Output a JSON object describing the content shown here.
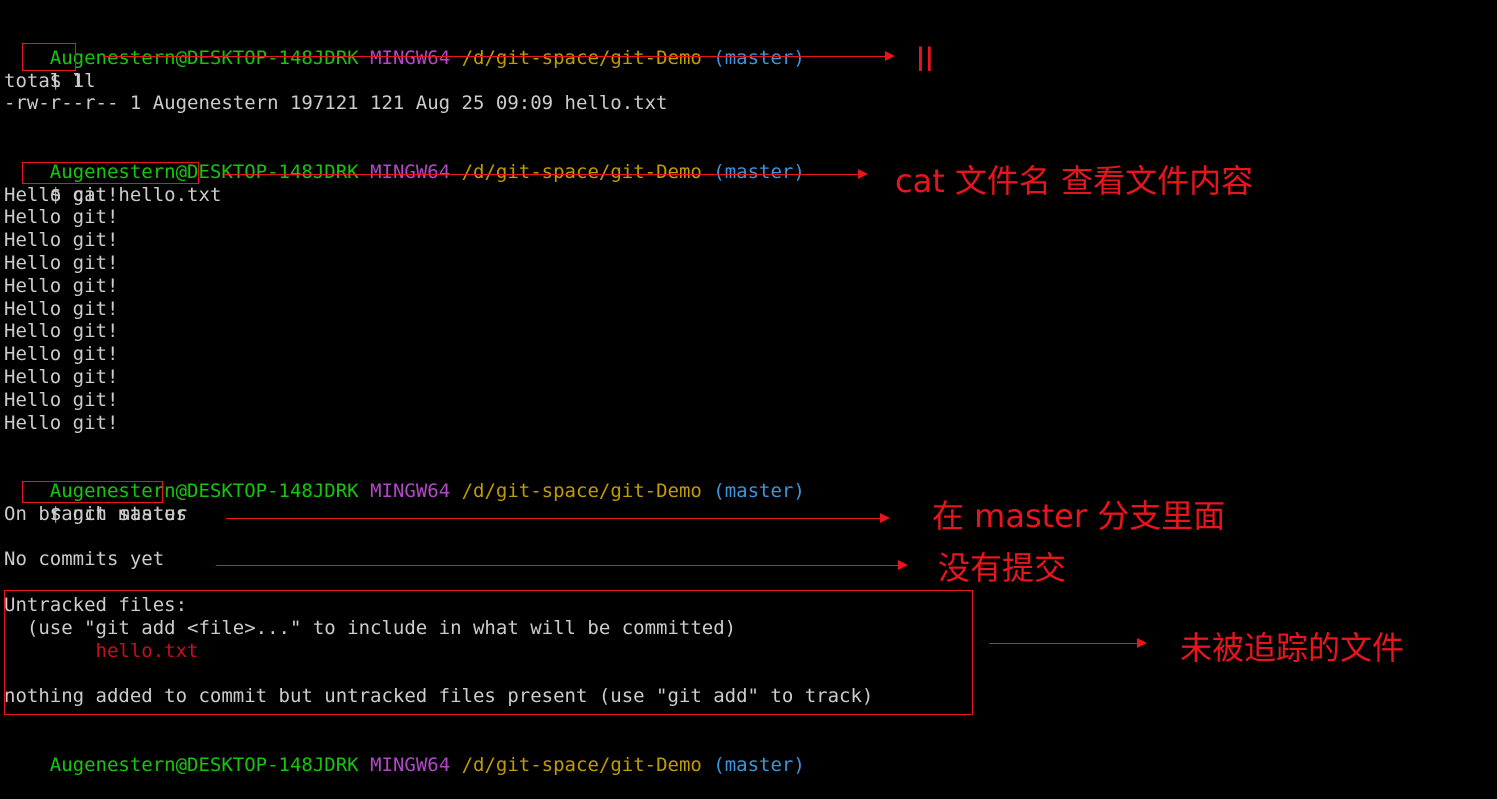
{
  "prompt": {
    "user": "Augenestern@DESKTOP-148JDRK",
    "env": "MINGW64",
    "path": "/d/git-space/git-Demo",
    "branch": "(master)",
    "symbol": "$"
  },
  "commands": {
    "ll": "ll",
    "cat": "cat hello.txt",
    "status": "git status"
  },
  "output": {
    "ll_lines": [
      "total 1",
      "-rw-r--r-- 1 Augenestern 197121 121 Aug 25 09:09 hello.txt"
    ],
    "cat_lines": [
      "Hello git!",
      "Hello git!",
      "Hello git!",
      "Hello git!",
      "Hello git!",
      "Hello git!",
      "Hello git!",
      "Hello git!",
      "Hello git!",
      "Hello git!",
      "Hello git!"
    ],
    "status_branch": "On branch master",
    "status_commits": "No commits yet",
    "untracked_title": "Untracked files:",
    "untracked_hint": "  (use \"git add <file>...\" to include in what will be committed)",
    "untracked_file": "        hello.txt",
    "nothing_added": "nothing added to commit but untracked files present (use \"git add\" to track)"
  },
  "annotations": {
    "ll": "ll",
    "cat": "cat 文件名 查看文件内容",
    "branch": "在 master 分支里面",
    "commits": "没有提交",
    "untracked": "未被追踪的文件"
  },
  "colors": {
    "user": "#16c60c",
    "env": "#b148c6",
    "path": "#c19c00",
    "branch": "#3a96dd",
    "text": "#cccccc",
    "untracked_file": "#c50f1f",
    "annotation": "#e8161c",
    "background": "#000000"
  }
}
